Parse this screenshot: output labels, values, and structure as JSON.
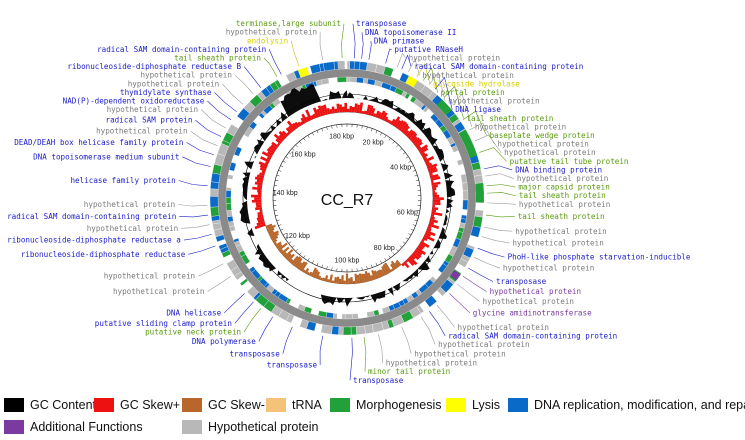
{
  "center_title": "CC_R7",
  "ticks": [
    {
      "label": "20 kbp",
      "deg": 25
    },
    {
      "label": "40 kbp",
      "deg": 60
    },
    {
      "label": "60 kbp",
      "deg": 103
    },
    {
      "label": "80 kbp",
      "deg": 143
    },
    {
      "label": "100 kbp",
      "deg": 180
    },
    {
      "label": "120 kbp",
      "deg": 233
    },
    {
      "label": "140 kbp",
      "deg": 275
    },
    {
      "label": "160 kbp",
      "deg": 315
    },
    {
      "label": "180 kbp",
      "deg": 355
    }
  ],
  "colors": {
    "gc_content": "#000000",
    "gc_skew_plus": "#ee1111",
    "gc_skew_minus": "#b8662a",
    "trna": "#f5c27a",
    "morphogenesis": "#22a03a",
    "lysis": "#ffff00",
    "dna": "#0a6ac8",
    "additional": "#7a3aa0",
    "hypothetical": "#b8b8b8"
  },
  "labels": [
    {
      "text": "transposase",
      "color": "blue",
      "deg": 3
    },
    {
      "text": "DNA primase",
      "color": "blue",
      "deg": 9
    },
    {
      "text": "hypothetical protein",
      "color": "grey",
      "deg": -10
    },
    {
      "text": "DNA topoisomerase II",
      "color": "blue",
      "deg": 6
    },
    {
      "text": "terminase,large subunit",
      "color": "green",
      "deg": -2
    },
    {
      "text": "radical SAM domain-containing protein",
      "color": "blue",
      "deg": -28
    },
    {
      "text": "endolysin",
      "color": "yellow",
      "deg": -20
    },
    {
      "text": "putative RNaseH",
      "color": "blue",
      "deg": 16
    },
    {
      "text": "hypothetical protein",
      "color": "grey",
      "deg": 21
    },
    {
      "text": "radical SAM domain-containing protein",
      "color": "blue",
      "deg": 23
    },
    {
      "text": "ribonucleoside-diphosphate reductase B",
      "color": "blue",
      "deg": -38
    },
    {
      "text": "tail sheath protein",
      "color": "green",
      "deg": -30
    },
    {
      "text": "hypothetical protein",
      "color": "grey",
      "deg": 26
    },
    {
      "text": "glycoside hydrolase",
      "color": "yellow",
      "deg": 30
    },
    {
      "text": "hypothetical protein",
      "color": "grey",
      "deg": -42
    },
    {
      "text": "portal protein",
      "color": "green",
      "deg": 33
    },
    {
      "text": "hypothetical protein",
      "color": "grey",
      "deg": 36
    },
    {
      "text": "hypothetical protein",
      "color": "grey",
      "deg": -48
    },
    {
      "text": "DNA ligase",
      "color": "blue",
      "deg": 39
    },
    {
      "text": "thymidylate synthase",
      "color": "blue",
      "deg": -52
    },
    {
      "text": "tail sheath protein",
      "color": "green",
      "deg": 44
    },
    {
      "text": "NAD(P)-dependent oxidoreductase",
      "color": "blue",
      "deg": -56
    },
    {
      "text": "hypothetical protein",
      "color": "grey",
      "deg": 48
    },
    {
      "text": "hypothetical protein",
      "color": "grey",
      "deg": -60
    },
    {
      "text": "radical SAM protein",
      "color": "blue",
      "deg": -64
    },
    {
      "text": "baseplate wedge protein",
      "color": "green",
      "deg": 56
    },
    {
      "text": "hypothetical protein",
      "color": "grey",
      "deg": -68
    },
    {
      "text": "hypothetical protein",
      "color": "grey",
      "deg": 61
    },
    {
      "text": "DEAD/DEAH box helicase family protein",
      "color": "blue",
      "deg": -72
    },
    {
      "text": "hypothetical protein",
      "color": "grey",
      "deg": 66
    },
    {
      "text": "DNA topoisomerase medium subunit",
      "color": "blue",
      "deg": -77
    },
    {
      "text": "putative tail tube protein",
      "color": "green",
      "deg": 71
    },
    {
      "text": "helicase family protein",
      "color": "blue",
      "deg": -85
    },
    {
      "text": "DNA binding protein",
      "color": "blue",
      "deg": 78
    },
    {
      "text": "hypothetical protein",
      "color": "grey",
      "deg": -93
    },
    {
      "text": "hypothetical protein",
      "color": "grey",
      "deg": 81
    },
    {
      "text": "radical SAM domain-containing protein",
      "color": "blue",
      "deg": -97
    },
    {
      "text": "major capsid protein",
      "color": "green",
      "deg": 85
    },
    {
      "text": "hypothetical protein",
      "color": "grey",
      "deg": -101
    },
    {
      "text": "tail sheath protein",
      "color": "green",
      "deg": 88
    },
    {
      "text": "ribonucleoside-diphosphate reductase a",
      "color": "blue",
      "deg": -105
    },
    {
      "text": "hypothetical protein",
      "color": "grey",
      "deg": 92
    },
    {
      "text": "ribonucleoside-diphosphate reductase",
      "color": "blue",
      "deg": -110
    },
    {
      "text": "tail sheath protein",
      "color": "green",
      "deg": 97
    },
    {
      "text": "hypothetical protein",
      "color": "grey",
      "deg": 102
    },
    {
      "text": "hypothetical protein",
      "color": "grey",
      "deg": -118
    },
    {
      "text": "hypothetical protein",
      "color": "grey",
      "deg": 106
    },
    {
      "text": "hypothetical protein",
      "color": "grey",
      "deg": -124
    },
    {
      "text": "PhoH-like phosphate starvation-inducible",
      "color": "blue",
      "deg": 111
    },
    {
      "text": "hypothetical protein",
      "color": "grey",
      "deg": 115
    },
    {
      "text": "DNA helicase",
      "color": "blue",
      "deg": -133
    },
    {
      "text": "transposase",
      "color": "blue",
      "deg": 120
    },
    {
      "text": "putative sliding clamp protein",
      "color": "blue",
      "deg": -138
    },
    {
      "text": "hypothetical protein",
      "color": "purple",
      "deg": 124
    },
    {
      "text": "putative neck protein",
      "color": "green",
      "deg": -142
    },
    {
      "text": "hypothetical protein",
      "color": "grey",
      "deg": 128
    },
    {
      "text": "DNA polymerase",
      "color": "blue",
      "deg": -148
    },
    {
      "text": "glycine amidinotransferase",
      "color": "purple",
      "deg": 133
    },
    {
      "text": "transposase",
      "color": "blue",
      "deg": -157
    },
    {
      "text": "hypothetical protein",
      "color": "grey",
      "deg": 140
    },
    {
      "text": "hypothetical protein",
      "color": "grey",
      "deg": 148
    },
    {
      "text": "radical SAM domain-containing protein",
      "color": "blue",
      "deg": 144
    },
    {
      "text": "transposase",
      "color": "blue",
      "deg": -170
    },
    {
      "text": "hypothetical protein",
      "color": "grey",
      "deg": 157
    },
    {
      "text": "hypothetical protein",
      "color": "grey",
      "deg": 167
    },
    {
      "text": "minor tail protein",
      "color": "green",
      "deg": 173
    },
    {
      "text": "transposase",
      "color": "blue",
      "deg": 178
    }
  ],
  "legend": [
    {
      "label": "GC Content",
      "color": "#000000"
    },
    {
      "label": "GC Skew+",
      "color": "#ee1111"
    },
    {
      "label": "GC Skew-",
      "color": "#b8662a"
    },
    {
      "label": "tRNA",
      "color": "#f5c27a"
    },
    {
      "label": "Morphogenesis",
      "color": "#22a03a"
    },
    {
      "label": "Lysis",
      "color": "#ffff00"
    },
    {
      "label": "DNA replication, modification, and repair",
      "color": "#0a6ac8"
    },
    {
      "label": "Additional Functions",
      "color": "#7a3aa0"
    },
    {
      "label": "Hypothetical protein",
      "color": "#b8b8b8"
    }
  ]
}
